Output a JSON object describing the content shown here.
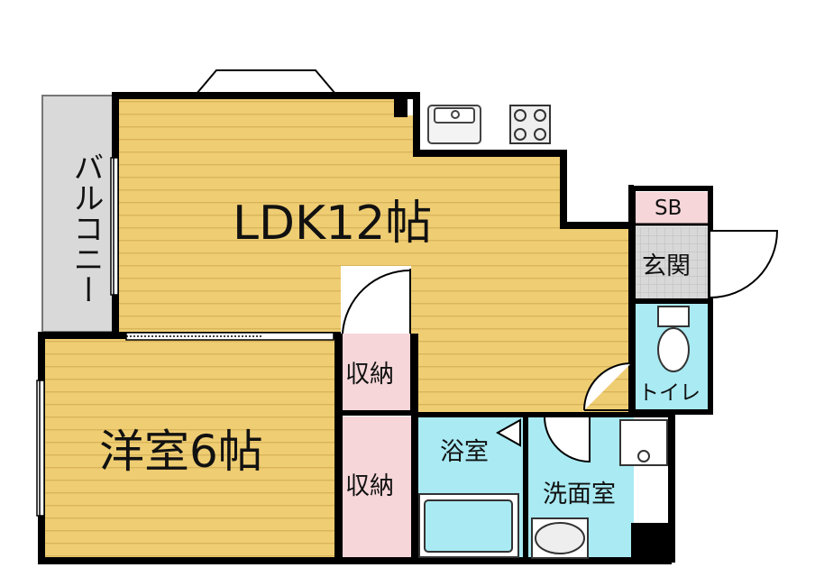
{
  "rooms": {
    "ldk": "LDK12帖",
    "bedroom": "洋室6帖",
    "storage_upper": "収納",
    "storage_lower": "収納",
    "bath": "浴室",
    "washroom": "洗面室",
    "toilet": "トイレ",
    "entrance": "玄関",
    "shoe_box": "SB",
    "balcony": "バルコニー"
  },
  "colors": {
    "floor_wood": "#efcd73",
    "floor_stripe": "#dcb75e",
    "storage": "#f6d6d9",
    "wet_area": "#a9eaf3",
    "entrance": "#d8d8d8",
    "balcony": "#d9d9d9",
    "wall": "#000000"
  }
}
